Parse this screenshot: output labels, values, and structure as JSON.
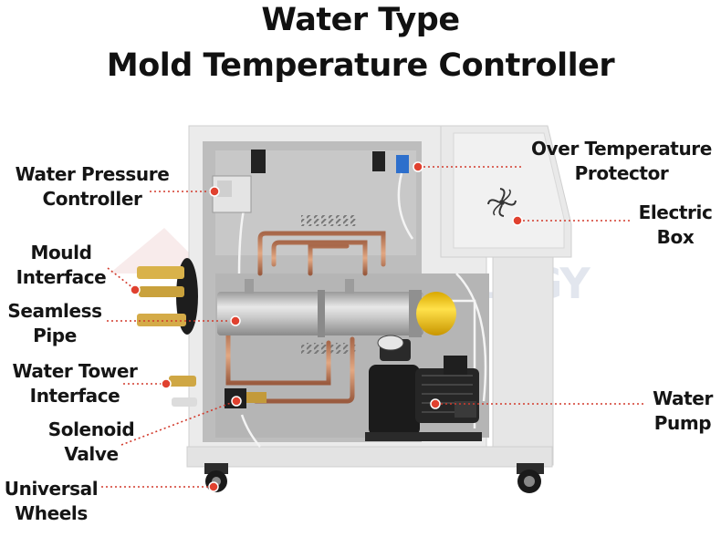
{
  "title": {
    "line1": "Water Type",
    "line2": "Mold Temperature Controller"
  },
  "watermark": "TECHNOLOGY",
  "labels": {
    "water_pressure_controller": [
      "Water Pressure",
      "Controller"
    ],
    "mould_interface": [
      "Mould",
      "Interface"
    ],
    "seamless_pipe": [
      "Seamless",
      "Pipe"
    ],
    "water_tower_interface": [
      "Water Tower",
      "Interface"
    ],
    "solenoid_valve": [
      "Solenoid",
      "Valve"
    ],
    "universal_wheels": [
      "Universal",
      "Wheels"
    ],
    "over_temperature_protector": [
      "Over Temperature",
      "Protector"
    ],
    "electric_box": [
      "Electric",
      "Box"
    ],
    "water_pump": [
      "Water",
      "Pump"
    ]
  },
  "colors": {
    "leader": "#d23a2c",
    "dot": "#e0412f",
    "frame": "#e3e3e3",
    "text": "#151515"
  }
}
